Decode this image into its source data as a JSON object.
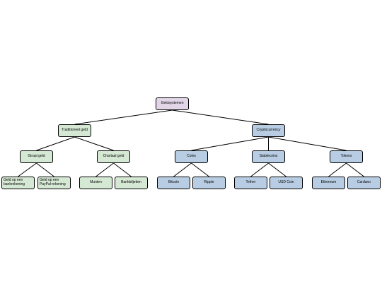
{
  "diagram": {
    "root": {
      "label": "Geldsystemen",
      "color": "#e1d5e7"
    },
    "colors": {
      "traditional": "#d5e8d4",
      "crypto": "#b8cde3",
      "edge": "#000000"
    },
    "traditional": {
      "label": "Traditioneel geld",
      "children": [
        {
          "label": "Giraal geld",
          "children": [
            "Geld op een bankrekening",
            "Geld op een PayPal-rekening"
          ]
        },
        {
          "label": "Chartaal geld",
          "children": [
            "Munten",
            "Bankbiljetten"
          ]
        }
      ]
    },
    "crypto": {
      "label": "Cryptocurrency",
      "children": [
        {
          "label": "Coins",
          "children": [
            "Bitcoin",
            "Ripple"
          ]
        },
        {
          "label": "Stablecoins",
          "children": [
            "Tether",
            "USD Coin"
          ]
        },
        {
          "label": "Tokens",
          "children": [
            "Ethereum",
            "Cardano"
          ]
        }
      ]
    }
  }
}
